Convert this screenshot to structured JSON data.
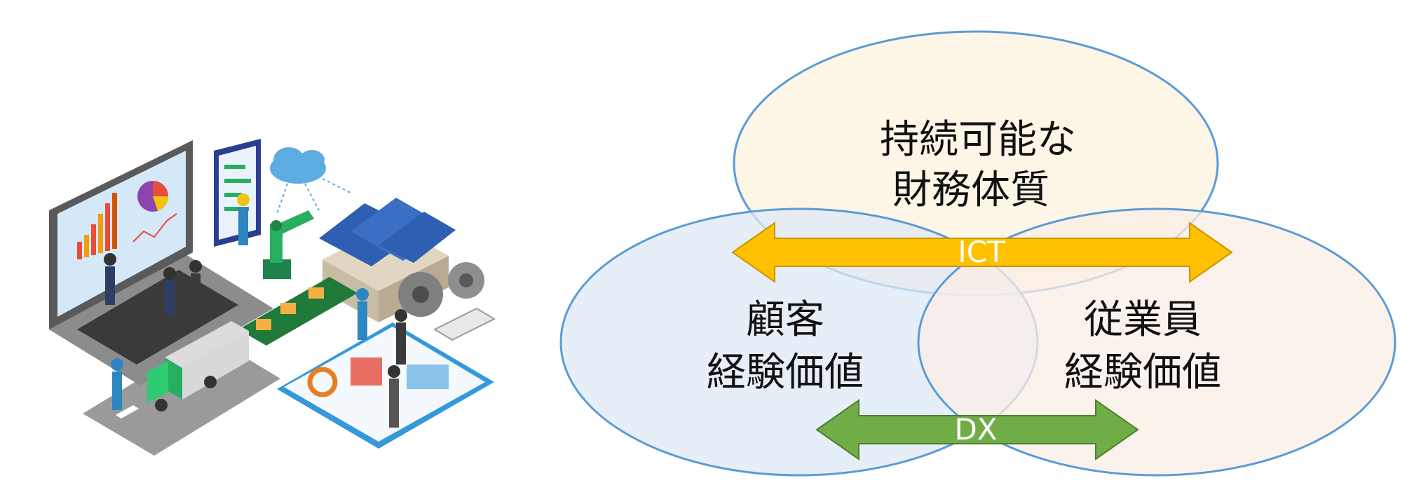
{
  "illustration": {
    "name": "digital-transformation-illustration"
  },
  "diagram": {
    "circles": {
      "top": {
        "lines": [
          "持続可能な",
          "財務体質"
        ],
        "fill": "#fdf5e3",
        "stroke": "#5b9bd5"
      },
      "left": {
        "lines": [
          "顧客",
          "経験価値"
        ],
        "fill": "#dde8f4",
        "stroke": "#5b9bd5"
      },
      "right": {
        "lines": [
          "従業員",
          "経験価値"
        ],
        "fill": "#fbeee6",
        "stroke": "#5b9bd5"
      }
    },
    "arrows": {
      "ict": {
        "label": "ICT",
        "color": "#ffc000",
        "stroke": "#c89600"
      },
      "dx": {
        "label": "DX",
        "color": "#70ad47",
        "stroke": "#4e7f31"
      }
    }
  }
}
